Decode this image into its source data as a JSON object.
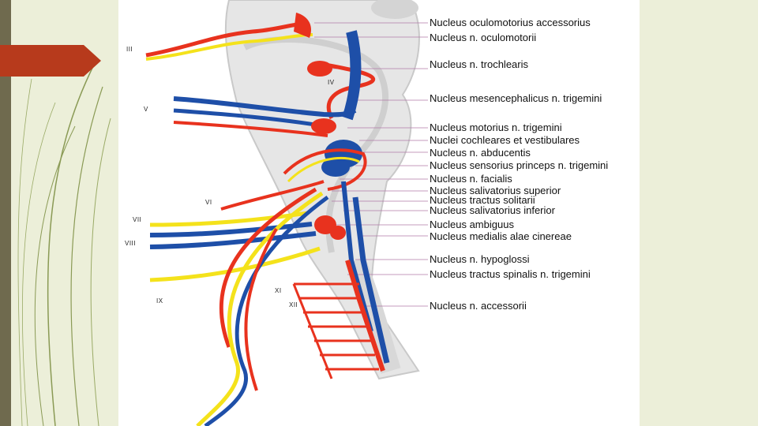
{
  "colors": {
    "background": "#ecefd9",
    "figure_background": "#ffffff",
    "accent_bar": "#6f6a4e",
    "arrow": "#b73a1c",
    "motor": "#e8321e",
    "sensory": "#1e4fa8",
    "parasympathetic": "#f4e21b"
  },
  "icons": [
    "right-arrow-icon",
    "decorative-swirl-icon"
  ],
  "nuclei_labels": [
    "Nucleus oculomotorius accessorius",
    "Nucleus n. oculomotorii",
    "Nucleus n. trochlearis",
    "Nucleus mesencephalicus n. trigemini",
    "Nucleus motorius n. trigemini",
    "Nuclei cochleares et vestibulares",
    "Nucleus n. abducentis",
    "Nucleus sensorius princeps n. trigemini",
    "Nucleus n. facialis",
    "Nucleus salivatorius superior",
    "Nucleus tractus solitarii",
    "Nucleus salivatorius inferior",
    "Nucleus ambiguus",
    "Nucleus medialis alae cinereae",
    "Nucleus n. hypoglossi",
    "Nucleus tractus spinalis n. trigemini",
    "Nucleus n. accessorii"
  ],
  "nerve_labels": [
    "III",
    "IV",
    "V",
    "VI",
    "VII",
    "VIII",
    "IX",
    "XI",
    "XII"
  ]
}
